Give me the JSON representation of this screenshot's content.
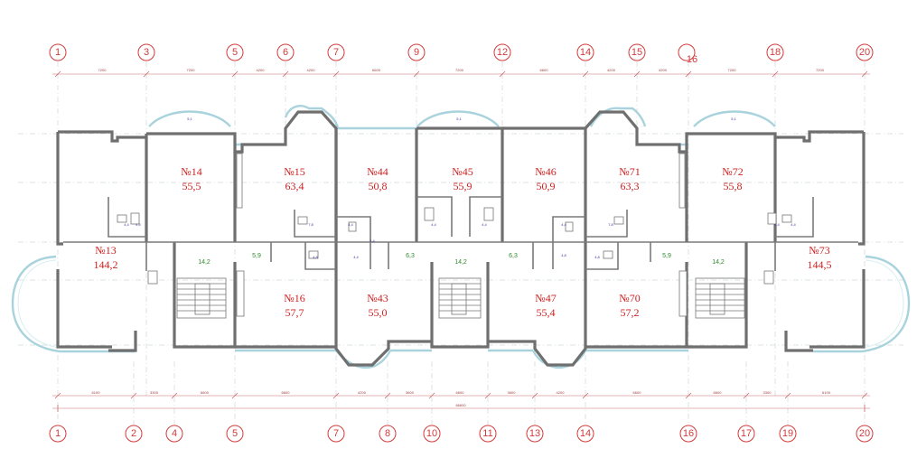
{
  "axes_top": [
    "1",
    "3",
    "5",
    "6",
    "7",
    "9",
    "12",
    "14",
    "15",
    "16",
    "18",
    "20"
  ],
  "axes_bottom": [
    "1",
    "2",
    "4",
    "5",
    "7",
    "8",
    "10",
    "11",
    "13",
    "14",
    "16",
    "17",
    "19",
    "20"
  ],
  "dims_top": [
    "7200",
    "7200",
    "4200",
    "4200",
    "6600",
    "7200",
    "6600",
    "4200",
    "4200",
    "7200",
    "7200"
  ],
  "dims_bottom": [
    "6100",
    "3300",
    "6600",
    "6600",
    "4200",
    "3600",
    "6600",
    "3600",
    "4200",
    "6600",
    "6600",
    "3300",
    "6100"
  ],
  "dim_total": "66600",
  "apartments": [
    {
      "num": "№14",
      "area": "55,5"
    },
    {
      "num": "№15",
      "area": "63,4"
    },
    {
      "num": "№44",
      "area": "50,8"
    },
    {
      "num": "№45",
      "area": "55,9"
    },
    {
      "num": "№46",
      "area": "50,9"
    },
    {
      "num": "№71",
      "area": "63,3"
    },
    {
      "num": "№72",
      "area": "55,8"
    },
    {
      "num": "№13",
      "area": "144,2"
    },
    {
      "num": "№73",
      "area": "144,5"
    },
    {
      "num": "№16",
      "area": "57,7"
    },
    {
      "num": "№43",
      "area": "55,0"
    },
    {
      "num": "№47",
      "area": "55,4"
    },
    {
      "num": "№70",
      "area": "57,2"
    }
  ],
  "halls": [
    "14,2",
    "5,9",
    "6,3",
    "14,2",
    "6,3",
    "5,9",
    "14,2"
  ],
  "bay_labels": [
    "5,1",
    "5,1",
    "5,1"
  ],
  "small_areas": [
    "4,4",
    "4,4",
    "7,8",
    "4,4",
    "4,4",
    "4,8",
    "4,4",
    "4,8",
    "4,4",
    "4,8",
    "4,4",
    "4,4",
    "7,8",
    "4,4",
    "4,4"
  ]
}
